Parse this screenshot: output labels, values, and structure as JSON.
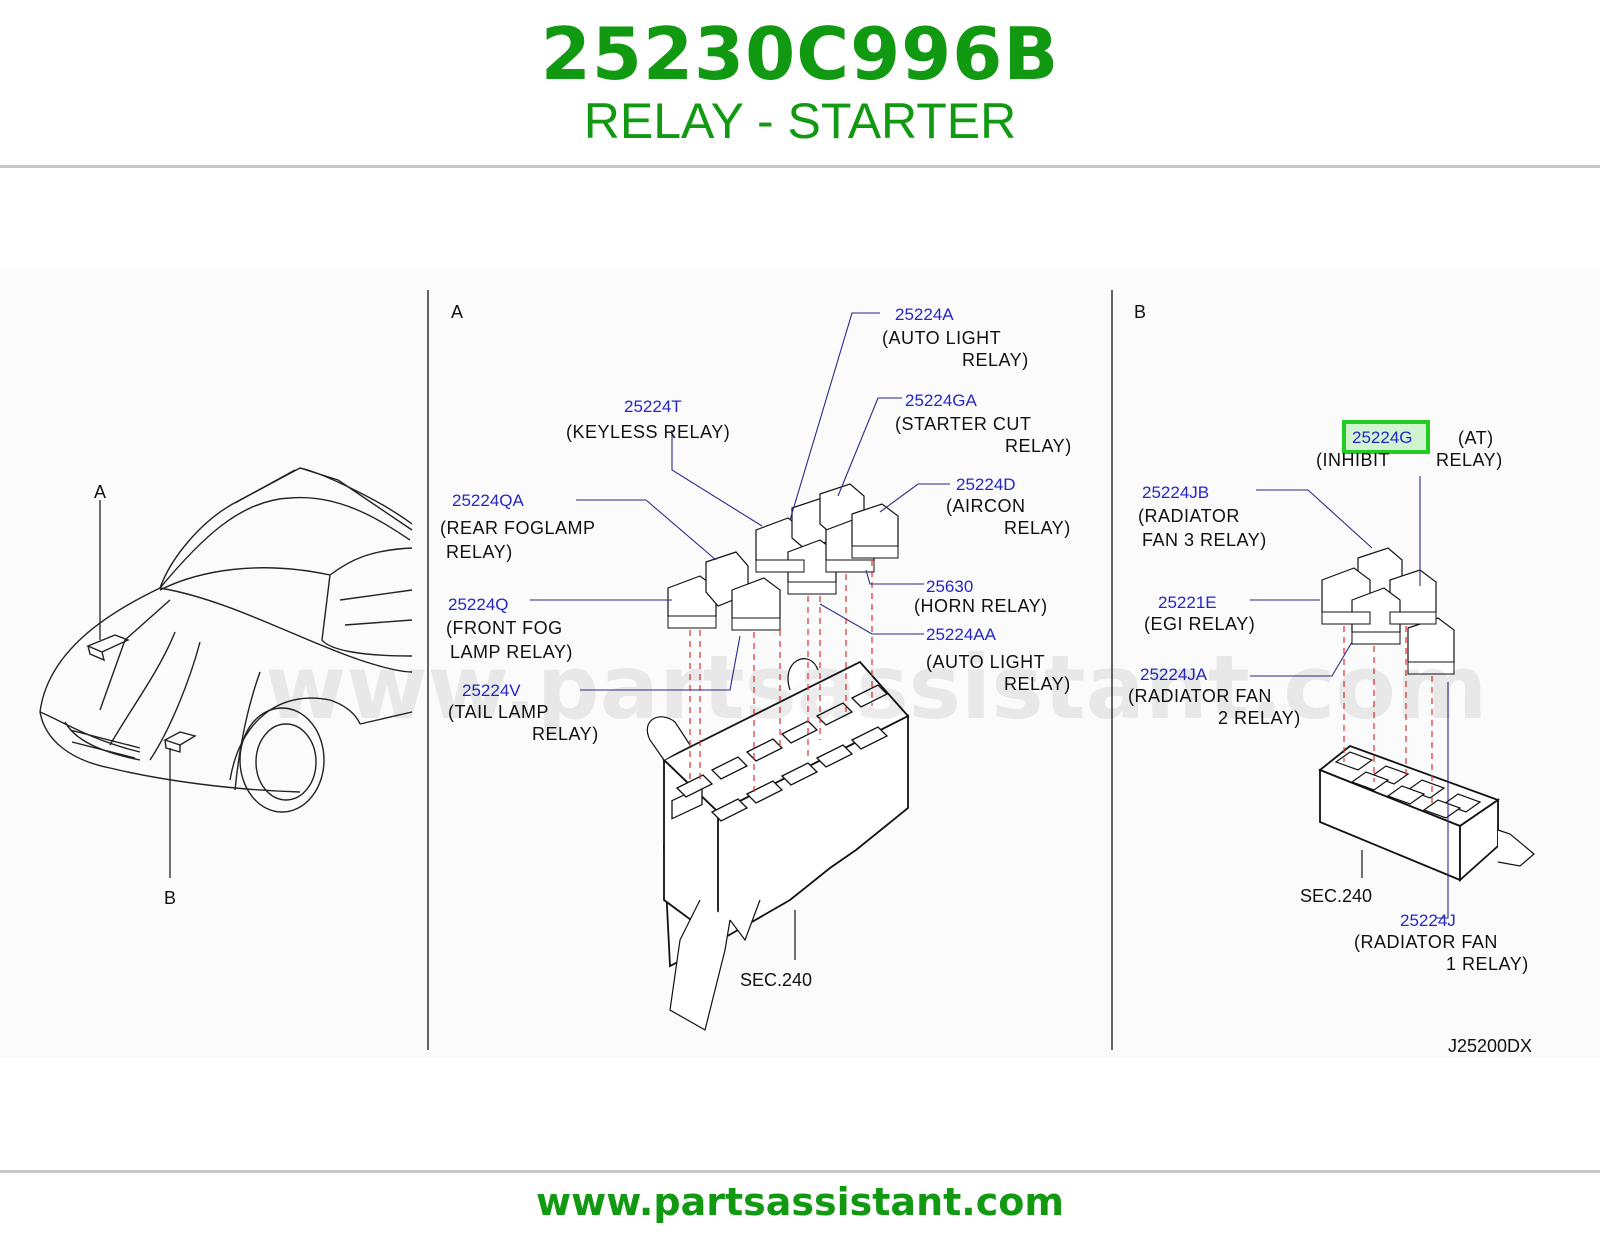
{
  "header": {
    "part_number": "25230C996B",
    "part_name": "RELAY - STARTER"
  },
  "footer": {
    "url": "www.partsassistant.com"
  },
  "watermark": "www.partsassistant.com",
  "colors": {
    "brand_green": "#119911",
    "callout_blue": "#2626c8",
    "highlight_green": "#22cc22",
    "highlight_fill": "#d0f4d0"
  },
  "car_view": {
    "label_a": "A",
    "label_b": "B"
  },
  "section_a": {
    "title": "A",
    "sec_label": "SEC.240",
    "callouts": [
      {
        "code": "25224A",
        "desc": [
          "(AUTO   LIGHT",
          "RELAY)"
        ]
      },
      {
        "code": "25224T",
        "desc": [
          "(KEYLESS         RELAY)"
        ]
      },
      {
        "code": "25224GA",
        "desc": [
          "(STARTER   CUT",
          "RELAY)"
        ]
      },
      {
        "code": "25224QA",
        "desc": [
          "(REAR   FOGLAMP",
          "RELAY)"
        ]
      },
      {
        "code": "25224D",
        "desc": [
          "(AIRCON",
          "RELAY)"
        ]
      },
      {
        "code": "25224Q",
        "desc": [
          "(FRONT   FOG",
          "LAMP     RELAY)"
        ]
      },
      {
        "code": "25630",
        "desc": [
          "(HORN   RELAY)"
        ]
      },
      {
        "code": "25224AA",
        "desc": [
          "(AUTO   LIGHT",
          "RELAY)"
        ]
      },
      {
        "code": "25224V",
        "desc": [
          "(TAIL   LAMP",
          "RELAY)"
        ]
      }
    ]
  },
  "section_b": {
    "title": "B",
    "sec_label": "SEC.240",
    "diagram_code": "J25200DX",
    "callouts": [
      {
        "code": "25224G",
        "desc": [
          "(AT)",
          "(INHIBIT",
          "RELAY)"
        ],
        "highlighted": true
      },
      {
        "code": "25224JB",
        "desc": [
          "(RADIATOR",
          "FAN     3   RELAY)"
        ]
      },
      {
        "code": "25221E",
        "desc": [
          "(EGI   RELAY)"
        ]
      },
      {
        "code": "25224JA",
        "desc": [
          "(RADIATOR   FAN",
          "2   RELAY)"
        ]
      },
      {
        "code": "25224J",
        "desc": [
          "(RADIATOR   FAN",
          "1   RELAY)"
        ]
      }
    ]
  }
}
